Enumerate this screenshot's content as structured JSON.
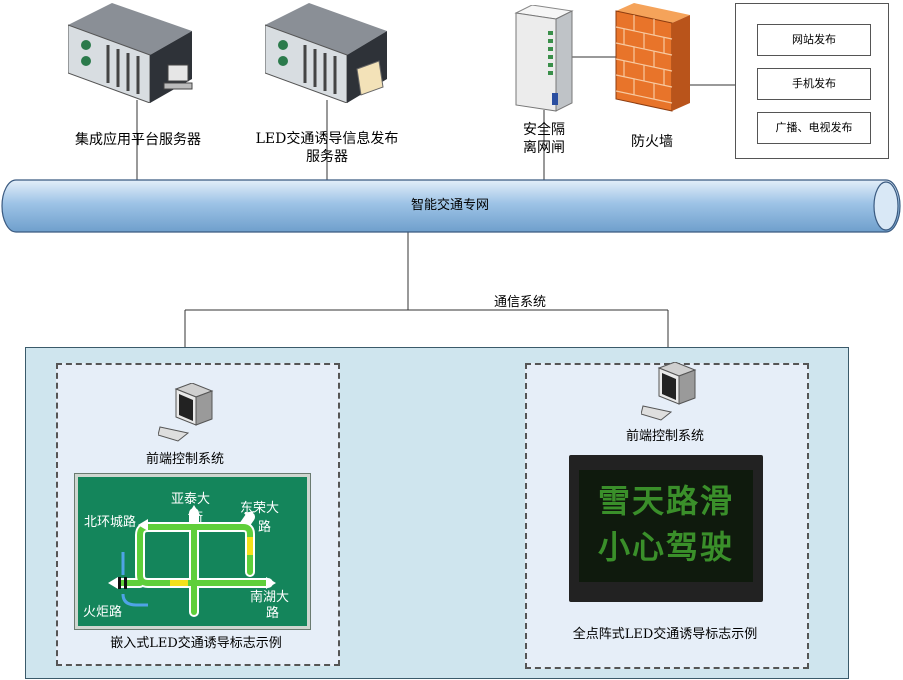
{
  "servers": {
    "integrated": {
      "label": "集成应用平台服务器"
    },
    "led_info_line1": "LED交通诱导信息发布",
    "led_info_line2": "服务器"
  },
  "security_gate": {
    "line1": "安全隔",
    "line2": "离网闸"
  },
  "firewall": {
    "label": "防火墙"
  },
  "publish": {
    "items": [
      "网站发布",
      "手机发布",
      "广播、电视发布"
    ]
  },
  "network": {
    "label": "智能交通专网"
  },
  "comm": {
    "label": "通信系统"
  },
  "front_left": {
    "label": "前端控制系统",
    "caption": "嵌入式LED交通诱导标志示例"
  },
  "front_right": {
    "label": "前端控制系统",
    "caption": "全点阵式LED交通诱导标志示例"
  },
  "sign_roads": {
    "north_ring": "北环城路",
    "yatai_1": "亚泰大",
    "yatai_2": "街",
    "dongrong_1": "东荣大",
    "dongrong_2": "路",
    "nanhu_1": "南湖大",
    "nanhu_2": "路",
    "huoju": "火炬路"
  },
  "led_message": {
    "line1": "雪天路滑",
    "line2": "小心驾驶"
  },
  "colors": {
    "pipe": "#9dc3e6",
    "panel": "#cfe5ee",
    "sign": "#14855b",
    "firewall": "#e8742a",
    "led_text": "#3a8f2a"
  }
}
